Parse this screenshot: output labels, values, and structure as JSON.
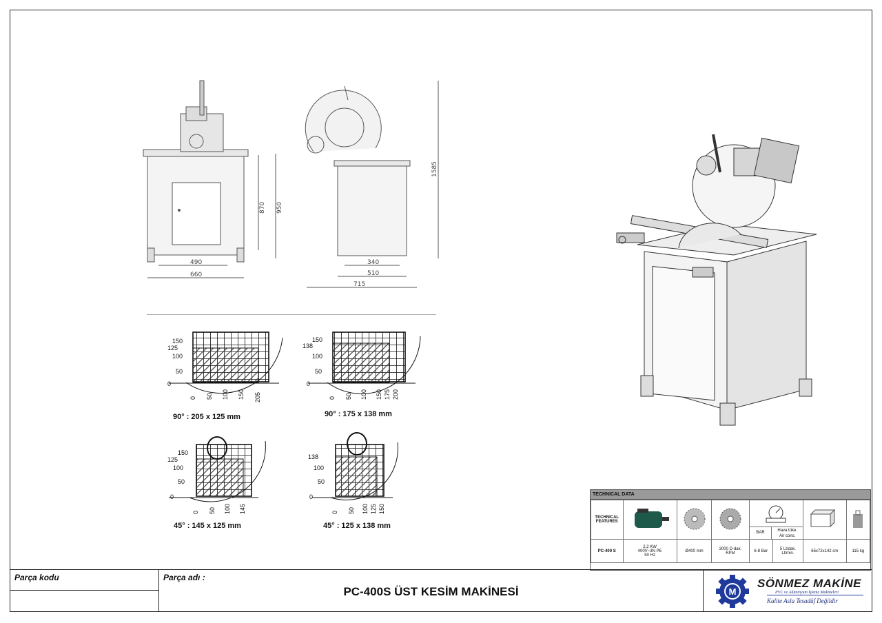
{
  "diagram": {
    "front_dims": {
      "height_inner": "870",
      "height_outer": "950",
      "width_inner": "490",
      "width_outer": "660"
    },
    "side_dims": {
      "height": "1585",
      "depth_inner": "340",
      "depth_mid": "510",
      "depth_outer": "715"
    },
    "capacities": [
      {
        "caption": "90° : 205 x 125 mm",
        "y_ticks": [
          "150",
          "125",
          "100",
          "50",
          "0"
        ],
        "x_ticks": [
          "0",
          "50",
          "100",
          "150",
          "205"
        ]
      },
      {
        "caption": "90° : 175 x 138 mm",
        "y_ticks": [
          "150",
          "138",
          "100",
          "50",
          "0"
        ],
        "x_ticks": [
          "0",
          "50",
          "100",
          "150",
          "175",
          "200"
        ]
      },
      {
        "caption": "45° : 145 x 125 mm",
        "y_ticks": [
          "150",
          "125",
          "100",
          "50",
          "0"
        ],
        "x_ticks": [
          "0",
          "50",
          "100",
          "145"
        ]
      },
      {
        "caption": "45° : 125 x 138 mm",
        "y_ticks": [
          "138",
          "100",
          "50",
          "0"
        ],
        "x_ticks": [
          "0",
          "50",
          "100",
          "125",
          "150"
        ]
      }
    ]
  },
  "tech": {
    "header": "TECHNICAL DATA",
    "features_label_1": "TECHNICAL",
    "features_label_2": "FEATURES",
    "bar_label": "BAR",
    "air_label_1": "Hava tüke.",
    "air_label_2": "Air cons.",
    "model": "PC-400 S",
    "power_1": "2,2 KW",
    "power_2": "400V~3N PE",
    "power_3": "50 Hz",
    "blade": "Ø400 mm",
    "rpm_1": "3000 D-dak.",
    "rpm_2": "RPM",
    "pressure": "6-8 Bar",
    "air_1": "5 Lt/dak.",
    "air_2": "Lt/min.",
    "size": "65x72x142 cm",
    "weight": "115 kg"
  },
  "titleblock": {
    "part_code_label": "Parça kodu",
    "part_name_label": "Parça adı :",
    "title": "PC-400S ÜST KESİM MAKİNESİ",
    "brand": "SÖNMEZ MAKİNE",
    "brand_sub": "PVC ve Alüminyum İşleme Makineleri",
    "brand_slogan": "Kalite Asla Tesadüf Değildir",
    "logo_letter": "M"
  },
  "colors": {
    "line": "#222222",
    "hatch": "#444444",
    "logo_blue": "#1f3a9a"
  }
}
